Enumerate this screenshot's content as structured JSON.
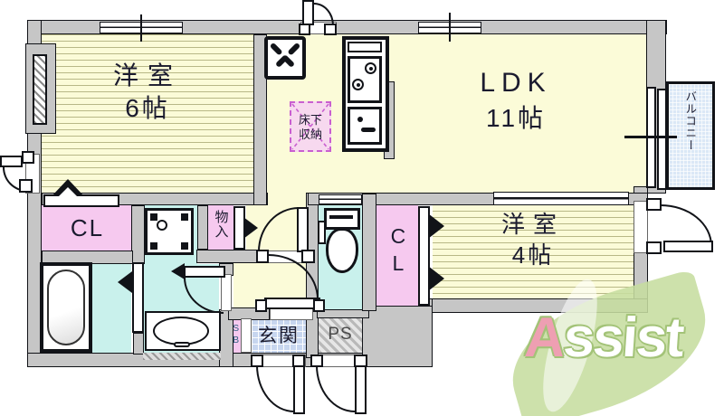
{
  "rooms": {
    "western6": {
      "name": "洋室",
      "size": "6帖"
    },
    "ldk": {
      "name": "LDK",
      "size": "11帖"
    },
    "western4": {
      "name": "洋室",
      "size": "4帖"
    },
    "closet_left": {
      "name": "CL"
    },
    "closet_right": {
      "name": "CL"
    },
    "storage": {
      "name": "物入"
    },
    "underfloor": {
      "line1": "床下",
      "line2": "収納"
    },
    "entrance": {
      "name": "玄関"
    },
    "pipe_space": {
      "name": "PS"
    },
    "shoe_box": {
      "name": "SB"
    },
    "balcony": {
      "name": "バルコニー"
    }
  },
  "logo": {
    "first": "A",
    "rest": "ssist"
  },
  "icons": [
    "bathtub",
    "toilet",
    "washing-machine-pan",
    "vanity-sink",
    "kitchen-stove",
    "kitchen-sink",
    "range-marker",
    "underfloor-storage-marker",
    "door-swing",
    "sliding-window",
    "folding-door"
  ],
  "colors": {
    "wall_gray": "#c6c6c6",
    "room_yellow": "#fbfbd8",
    "stripe_line": "#b8b887",
    "pink": "#f6c9ef",
    "cyan": "#c9f1ec",
    "tile_blue": "#c7d6ef",
    "balcony_blue": "#dbe8f6",
    "underfloor_pink": "#f7d9ef",
    "underfloor_border": "#c95fd0",
    "logo_green": "#c6dd9f",
    "logo_pink": "#ee9fb2",
    "logo_outline": "#a3c378",
    "line_black": "#111318",
    "text_dark": "#1b1b2f"
  }
}
